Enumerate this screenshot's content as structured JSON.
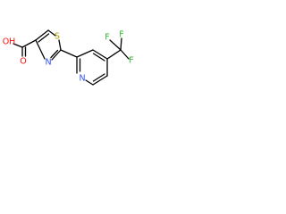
{
  "molecule": {
    "labels": {
      "acid_hydroxyl": "OH",
      "acid_oxygen": "O",
      "thiazole_sulfur": "S",
      "thiazole_nitrogen": "N",
      "pyridine_nitrogen": "N",
      "fluorine_1": "F",
      "fluorine_2": "F",
      "fluorine_3": "F"
    },
    "colors": {
      "bond": "#000000",
      "oxygen": "#ff0d0d",
      "nitrogen": "#3050f8",
      "sulfur": "#b8a000",
      "fluorine": "#2fb52f"
    }
  }
}
